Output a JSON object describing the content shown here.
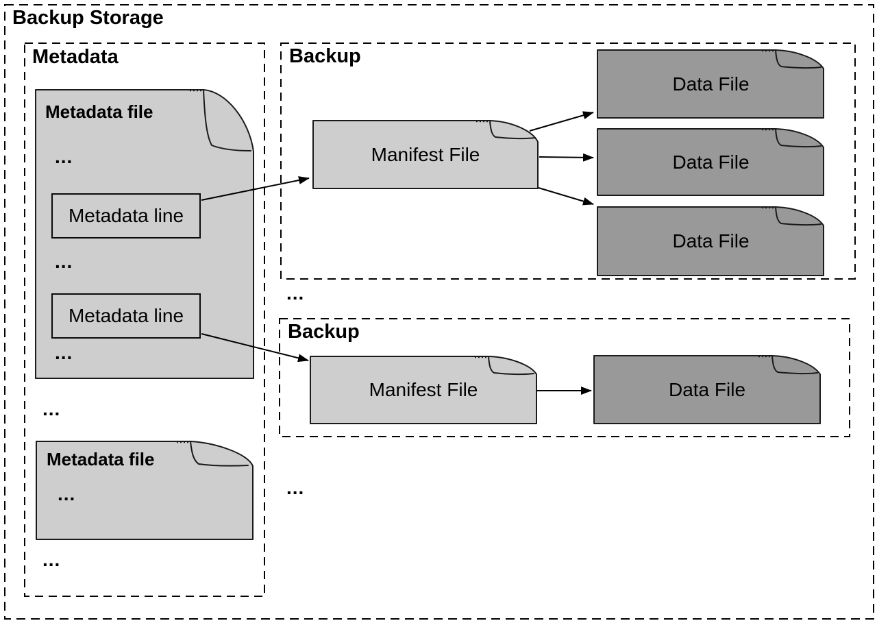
{
  "title": "Backup Storage",
  "ellipsis": "...",
  "colors": {
    "doc_light": "#cecece",
    "doc_dark": "#999999",
    "stroke": "#000000",
    "background": "#ffffff"
  },
  "metadata_section": {
    "label": "Metadata",
    "file1": {
      "label": "Metadata file",
      "line1": "Metadata line",
      "line2": "Metadata line"
    },
    "file2": {
      "label": "Metadata file"
    }
  },
  "backup1": {
    "label": "Backup",
    "manifest": "Manifest File",
    "data_files": [
      "Data File",
      "Data File",
      "Data File"
    ]
  },
  "backup2": {
    "label": "Backup",
    "manifest": "Manifest File",
    "data_files": [
      "Data File"
    ]
  }
}
